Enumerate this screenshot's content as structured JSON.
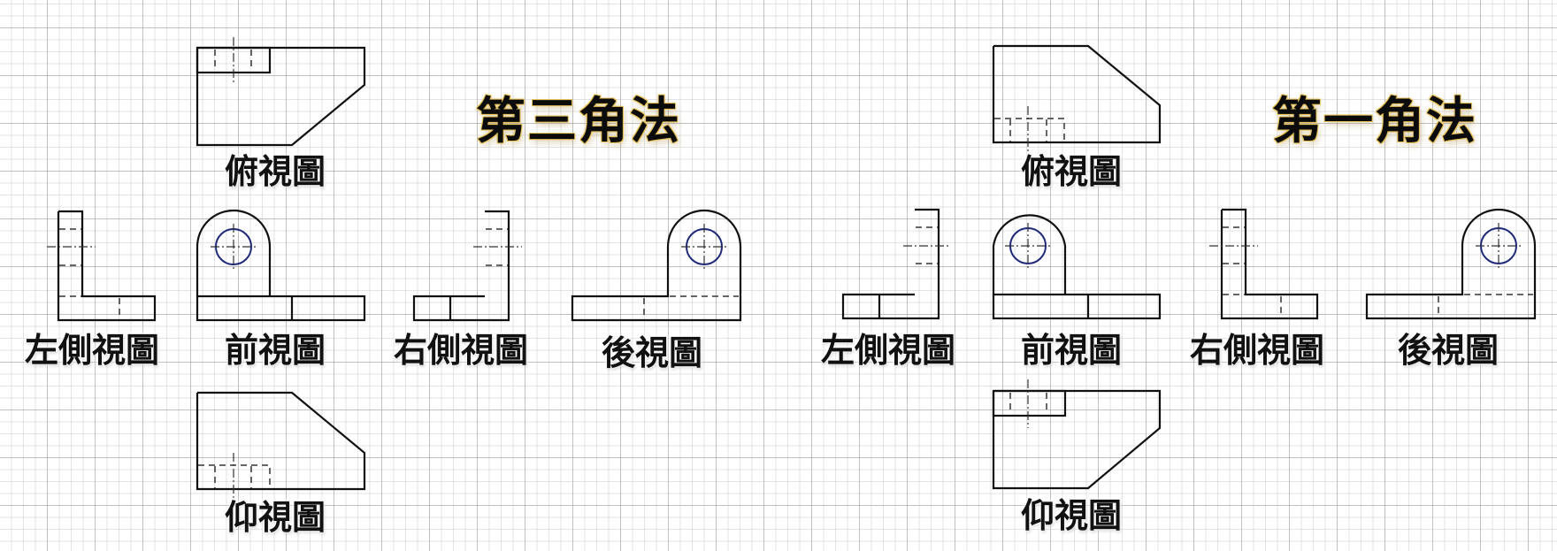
{
  "colors": {
    "grid_minor": "#cdcdcd",
    "grid_major": "#969696",
    "outline": "#111111",
    "hole_circle": "#1e2a78",
    "title_outline": "#e8c25a"
  },
  "third_angle": {
    "title": "第三角法",
    "views": {
      "top": "俯視圖",
      "left": "左側視圖",
      "front": "前視圖",
      "right": "右側視圖",
      "back": "後視圖",
      "bottom": "仰視圖"
    }
  },
  "first_angle": {
    "title": "第一角法",
    "views": {
      "top": "俯視圖",
      "left": "左側視圖",
      "front": "前視圖",
      "right": "右側視圖",
      "back": "後視圖",
      "bottom": "仰視圖"
    }
  }
}
